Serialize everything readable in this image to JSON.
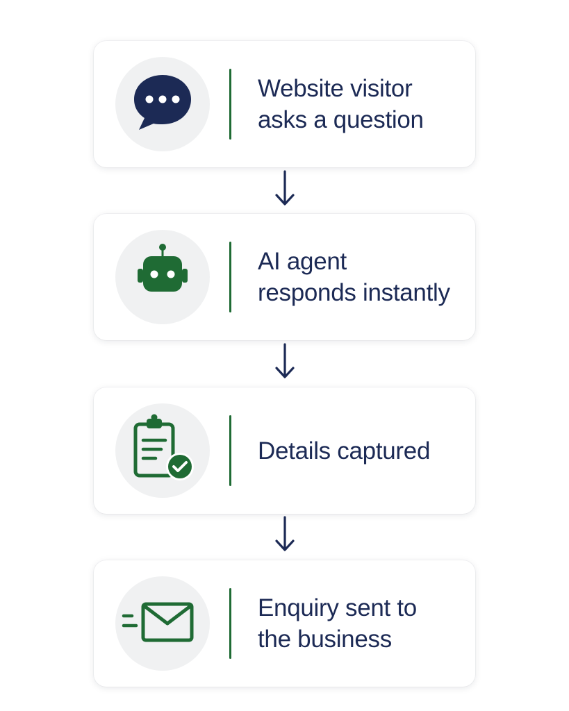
{
  "colors": {
    "navy": "#1c2a55",
    "green": "#1f6b34",
    "icon_bg": "#f0f1f2",
    "card_bg": "#ffffff"
  },
  "steps": [
    {
      "label": "Website visitor\nasks a question",
      "icon": "chat-bubble-icon"
    },
    {
      "label": "AI agent\nresponds instantly",
      "icon": "robot-icon"
    },
    {
      "label": "Details captured",
      "icon": "clipboard-check-icon"
    },
    {
      "label": "Enquiry sent to\nthe business",
      "icon": "envelope-send-icon"
    }
  ],
  "connector_icon": "down-arrow-icon"
}
